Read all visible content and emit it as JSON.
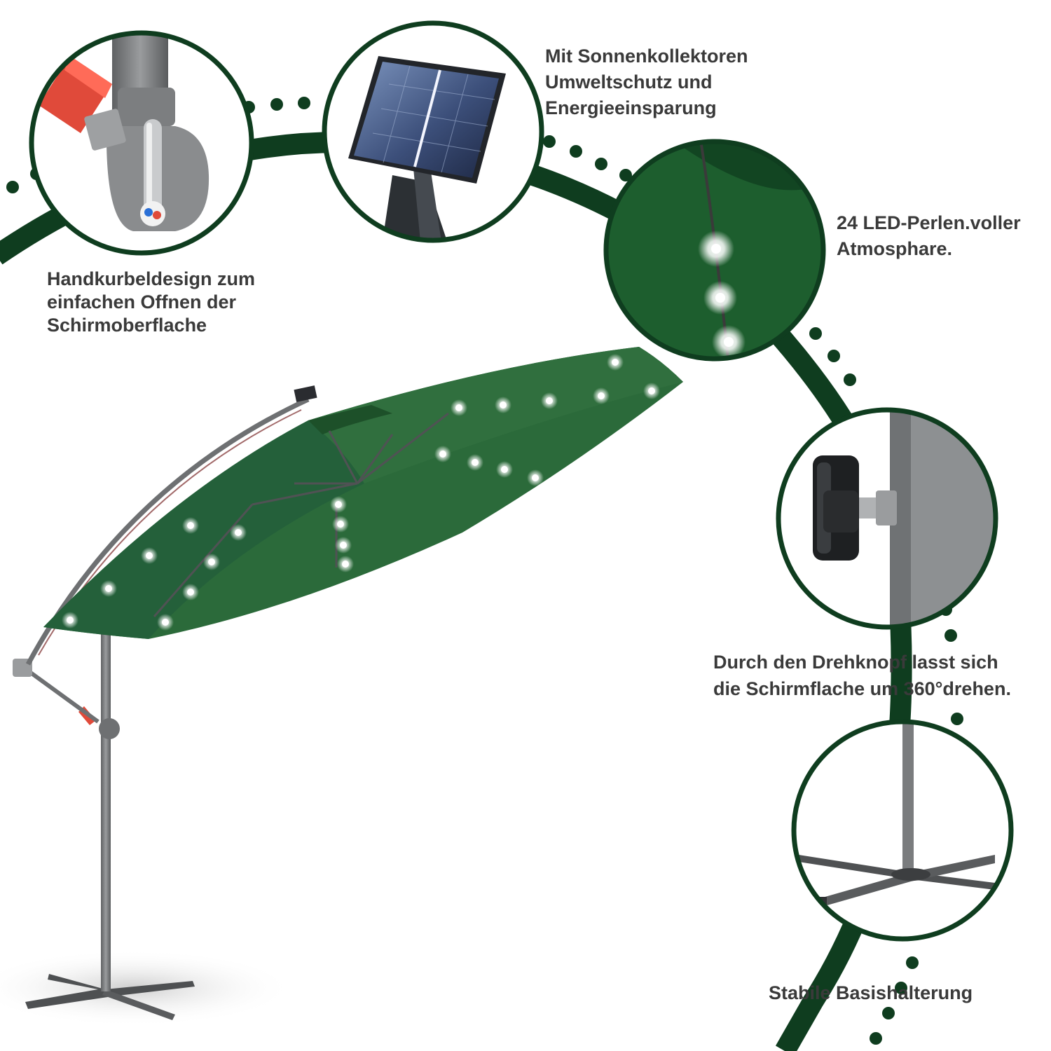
{
  "colors": {
    "accent_green": "#0f3d1f",
    "canopy_green": "#2b6a3a",
    "canopy_dark": "#1e4e2b",
    "frame_gray": "#6e7072",
    "text": "#3a3a3a",
    "crank_red": "#e04a3a"
  },
  "features": {
    "crank": {
      "icon": "hand-crank-icon",
      "lines": [
        "Handkurbeldesign zum",
        "einfachen Offnen der",
        "Schirmoberflache"
      ]
    },
    "solar": {
      "icon": "solar-panel-icon",
      "lines": [
        "Mit Sonnenkollektoren",
        "Umweltschutz und",
        "Energieeinsparung"
      ]
    },
    "led": {
      "icon": "led-light-icon",
      "lines": [
        "24 LED-Perlen.voller",
        "Atmosphare."
      ]
    },
    "knob": {
      "icon": "rotation-knob-icon",
      "lines": [
        "Durch den Drehknopf lasst sich",
        "die Schirmflache um 360°drehen."
      ]
    },
    "base": {
      "icon": "cross-base-icon",
      "lines": [
        "Stabile Basishalterung"
      ]
    }
  },
  "product_image": {
    "icon": "cantilever-umbrella-icon"
  }
}
